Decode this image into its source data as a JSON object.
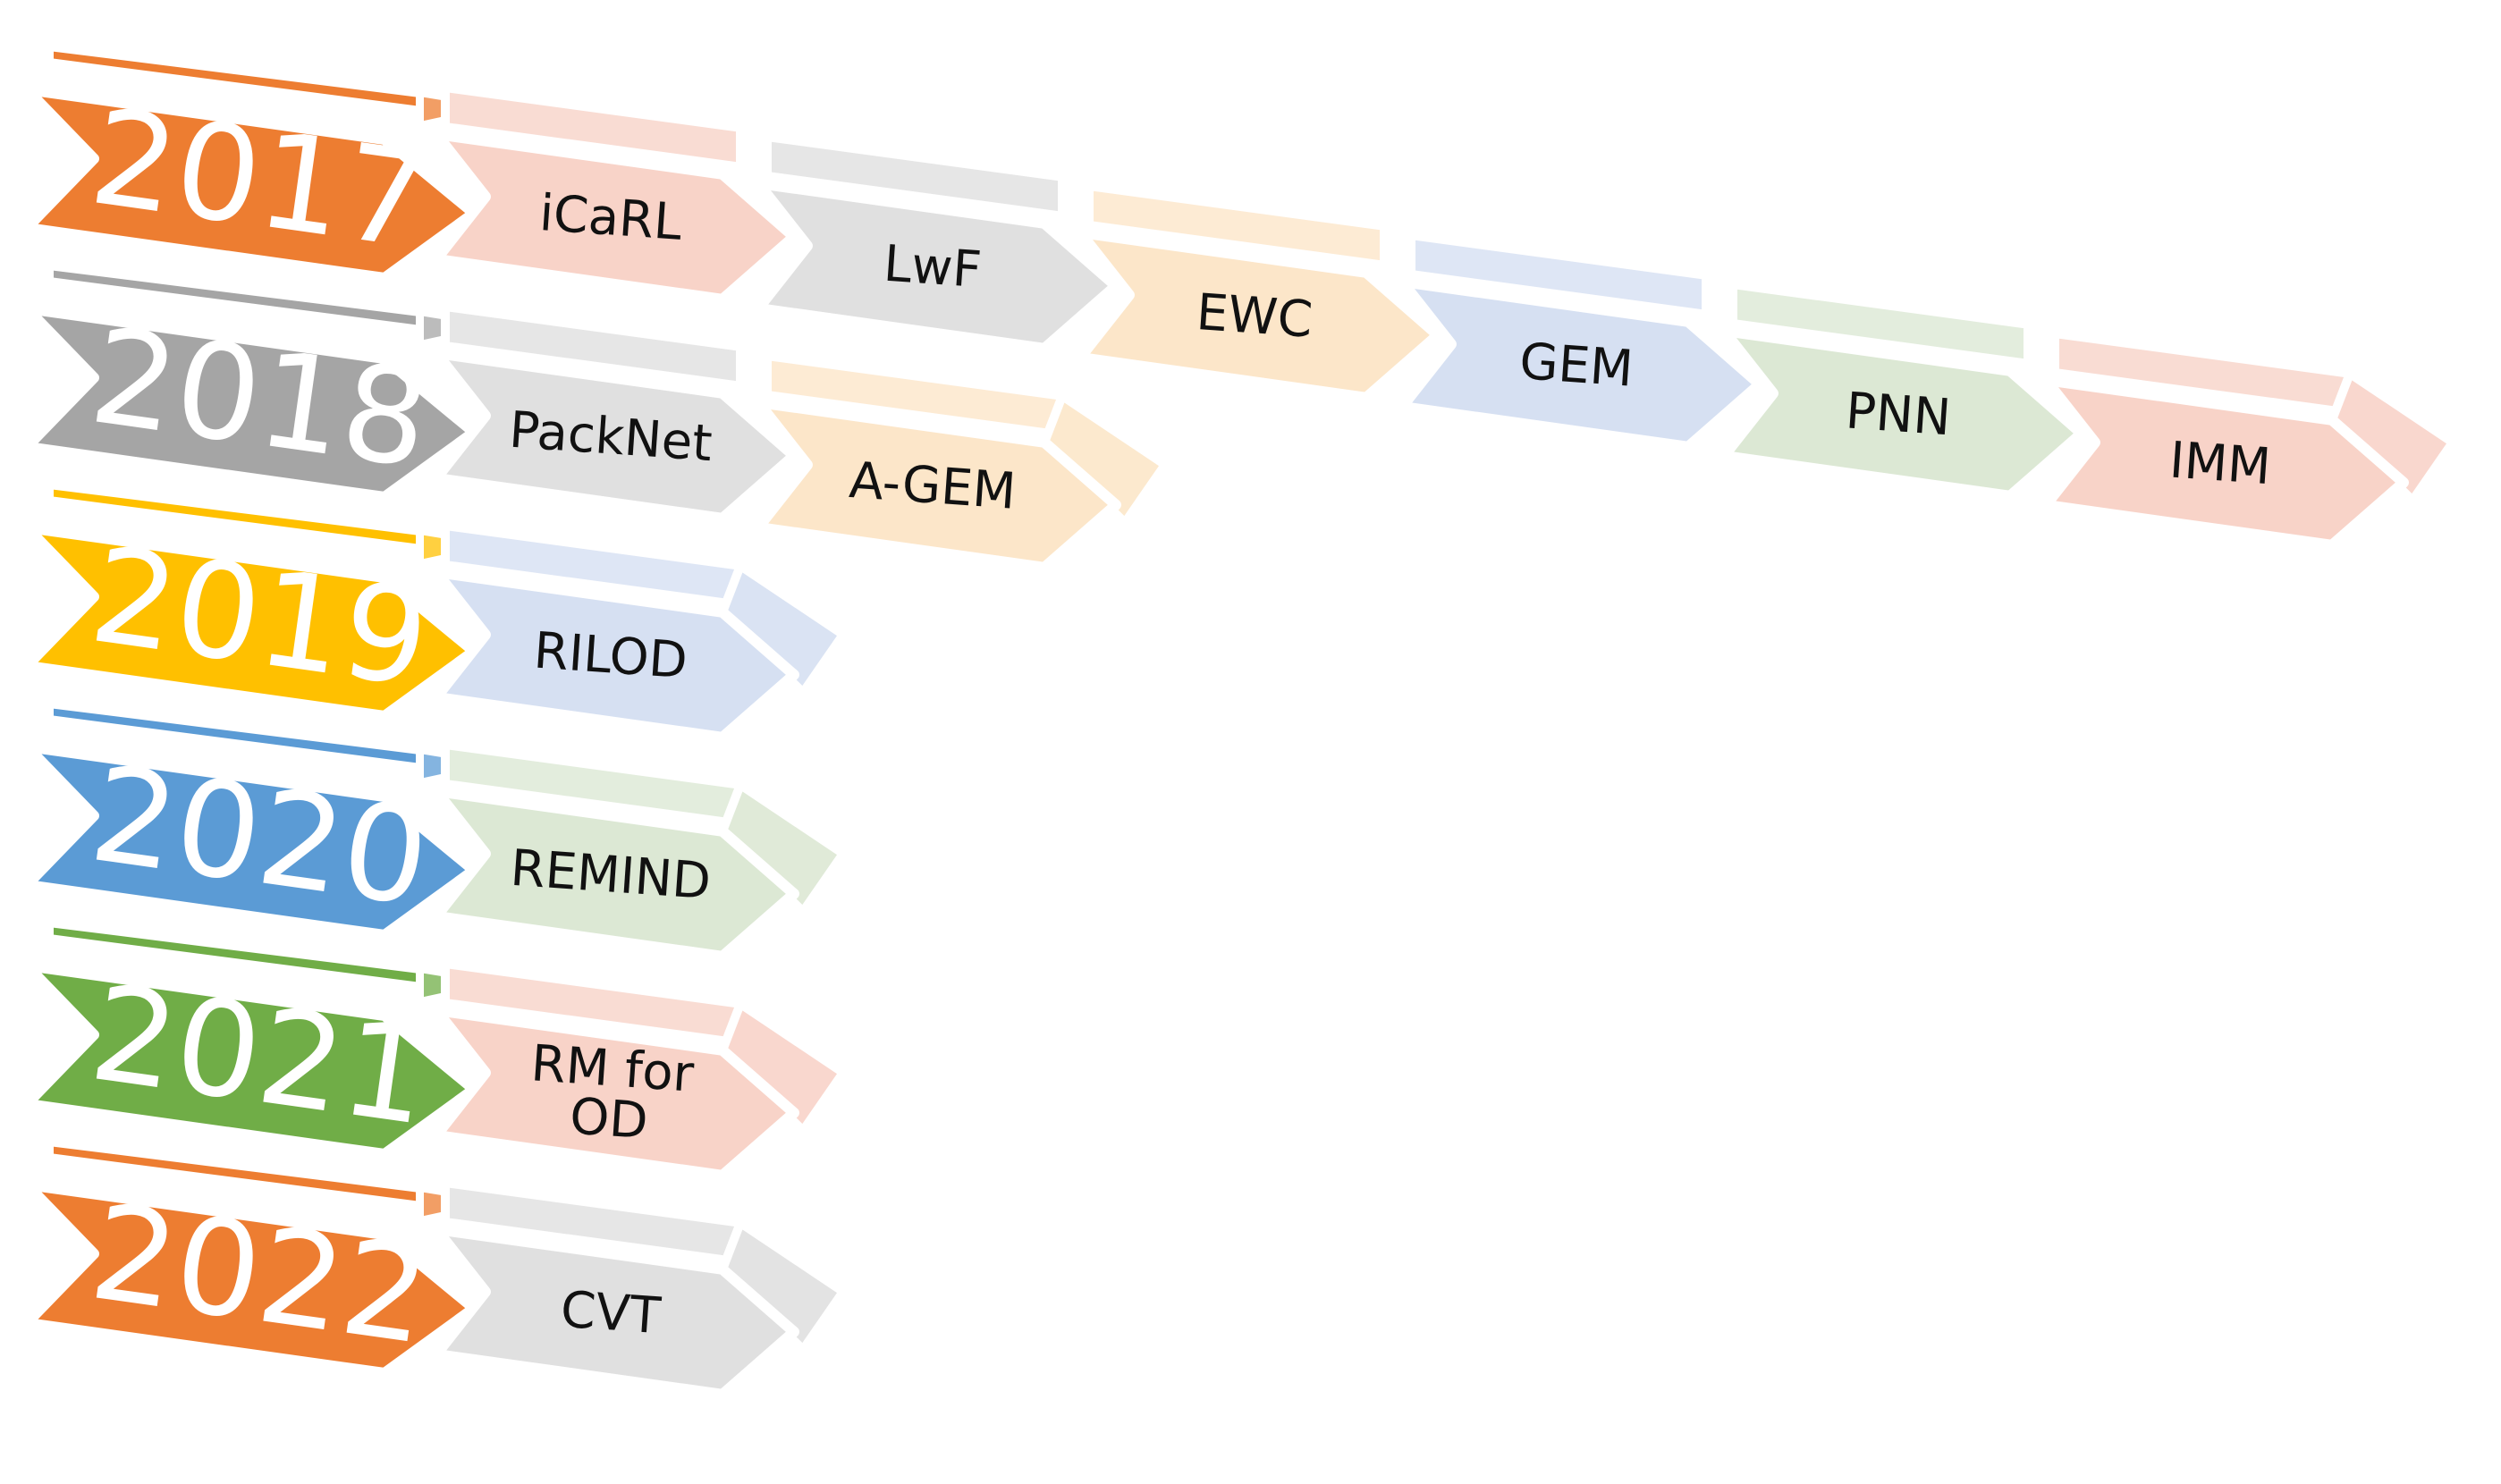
{
  "colors": {
    "orange": "#ED7D31",
    "gray": "#A5A5A5",
    "yellow": "#FFC000",
    "blue": "#5B9BD5",
    "green": "#70AD47",
    "pink": "#F8D3C8",
    "light_gray": "#E0E0E0",
    "peach": "#FCE6C9",
    "light_blue": "#D6E0F2",
    "light_green": "#DCE8D4"
  },
  "years": [
    {
      "label": "2017",
      "color": "orange"
    },
    {
      "label": "2018",
      "color": "gray"
    },
    {
      "label": "2019",
      "color": "yellow"
    },
    {
      "label": "2020",
      "color": "blue"
    },
    {
      "label": "2021",
      "color": "green"
    },
    {
      "label": "2022",
      "color": "orange"
    }
  ],
  "methods": [
    {
      "year": "2017",
      "lines": [
        "iCaRL"
      ],
      "color": "pink"
    },
    {
      "year": "2017",
      "lines": [
        "LwF"
      ],
      "color": "light_gray"
    },
    {
      "year": "2017",
      "lines": [
        "EWC"
      ],
      "color": "peach"
    },
    {
      "year": "2017",
      "lines": [
        "GEM"
      ],
      "color": "light_blue"
    },
    {
      "year": "2017",
      "lines": [
        "PNN"
      ],
      "color": "light_green"
    },
    {
      "year": "2017",
      "lines": [
        "IMM"
      ],
      "color": "pink"
    },
    {
      "year": "2018",
      "lines": [
        "PackNet"
      ],
      "color": "light_gray"
    },
    {
      "year": "2018",
      "lines": [
        "A-GEM"
      ],
      "color": "peach"
    },
    {
      "year": "2019",
      "lines": [
        "RILOD"
      ],
      "color": "light_blue"
    },
    {
      "year": "2020",
      "lines": [
        "REMIND"
      ],
      "color": "light_green"
    },
    {
      "year": "2021",
      "lines": [
        "RM for",
        "OD"
      ],
      "color": "pink"
    },
    {
      "year": "2022",
      "lines": [
        "CVT"
      ],
      "color": "light_gray"
    }
  ]
}
